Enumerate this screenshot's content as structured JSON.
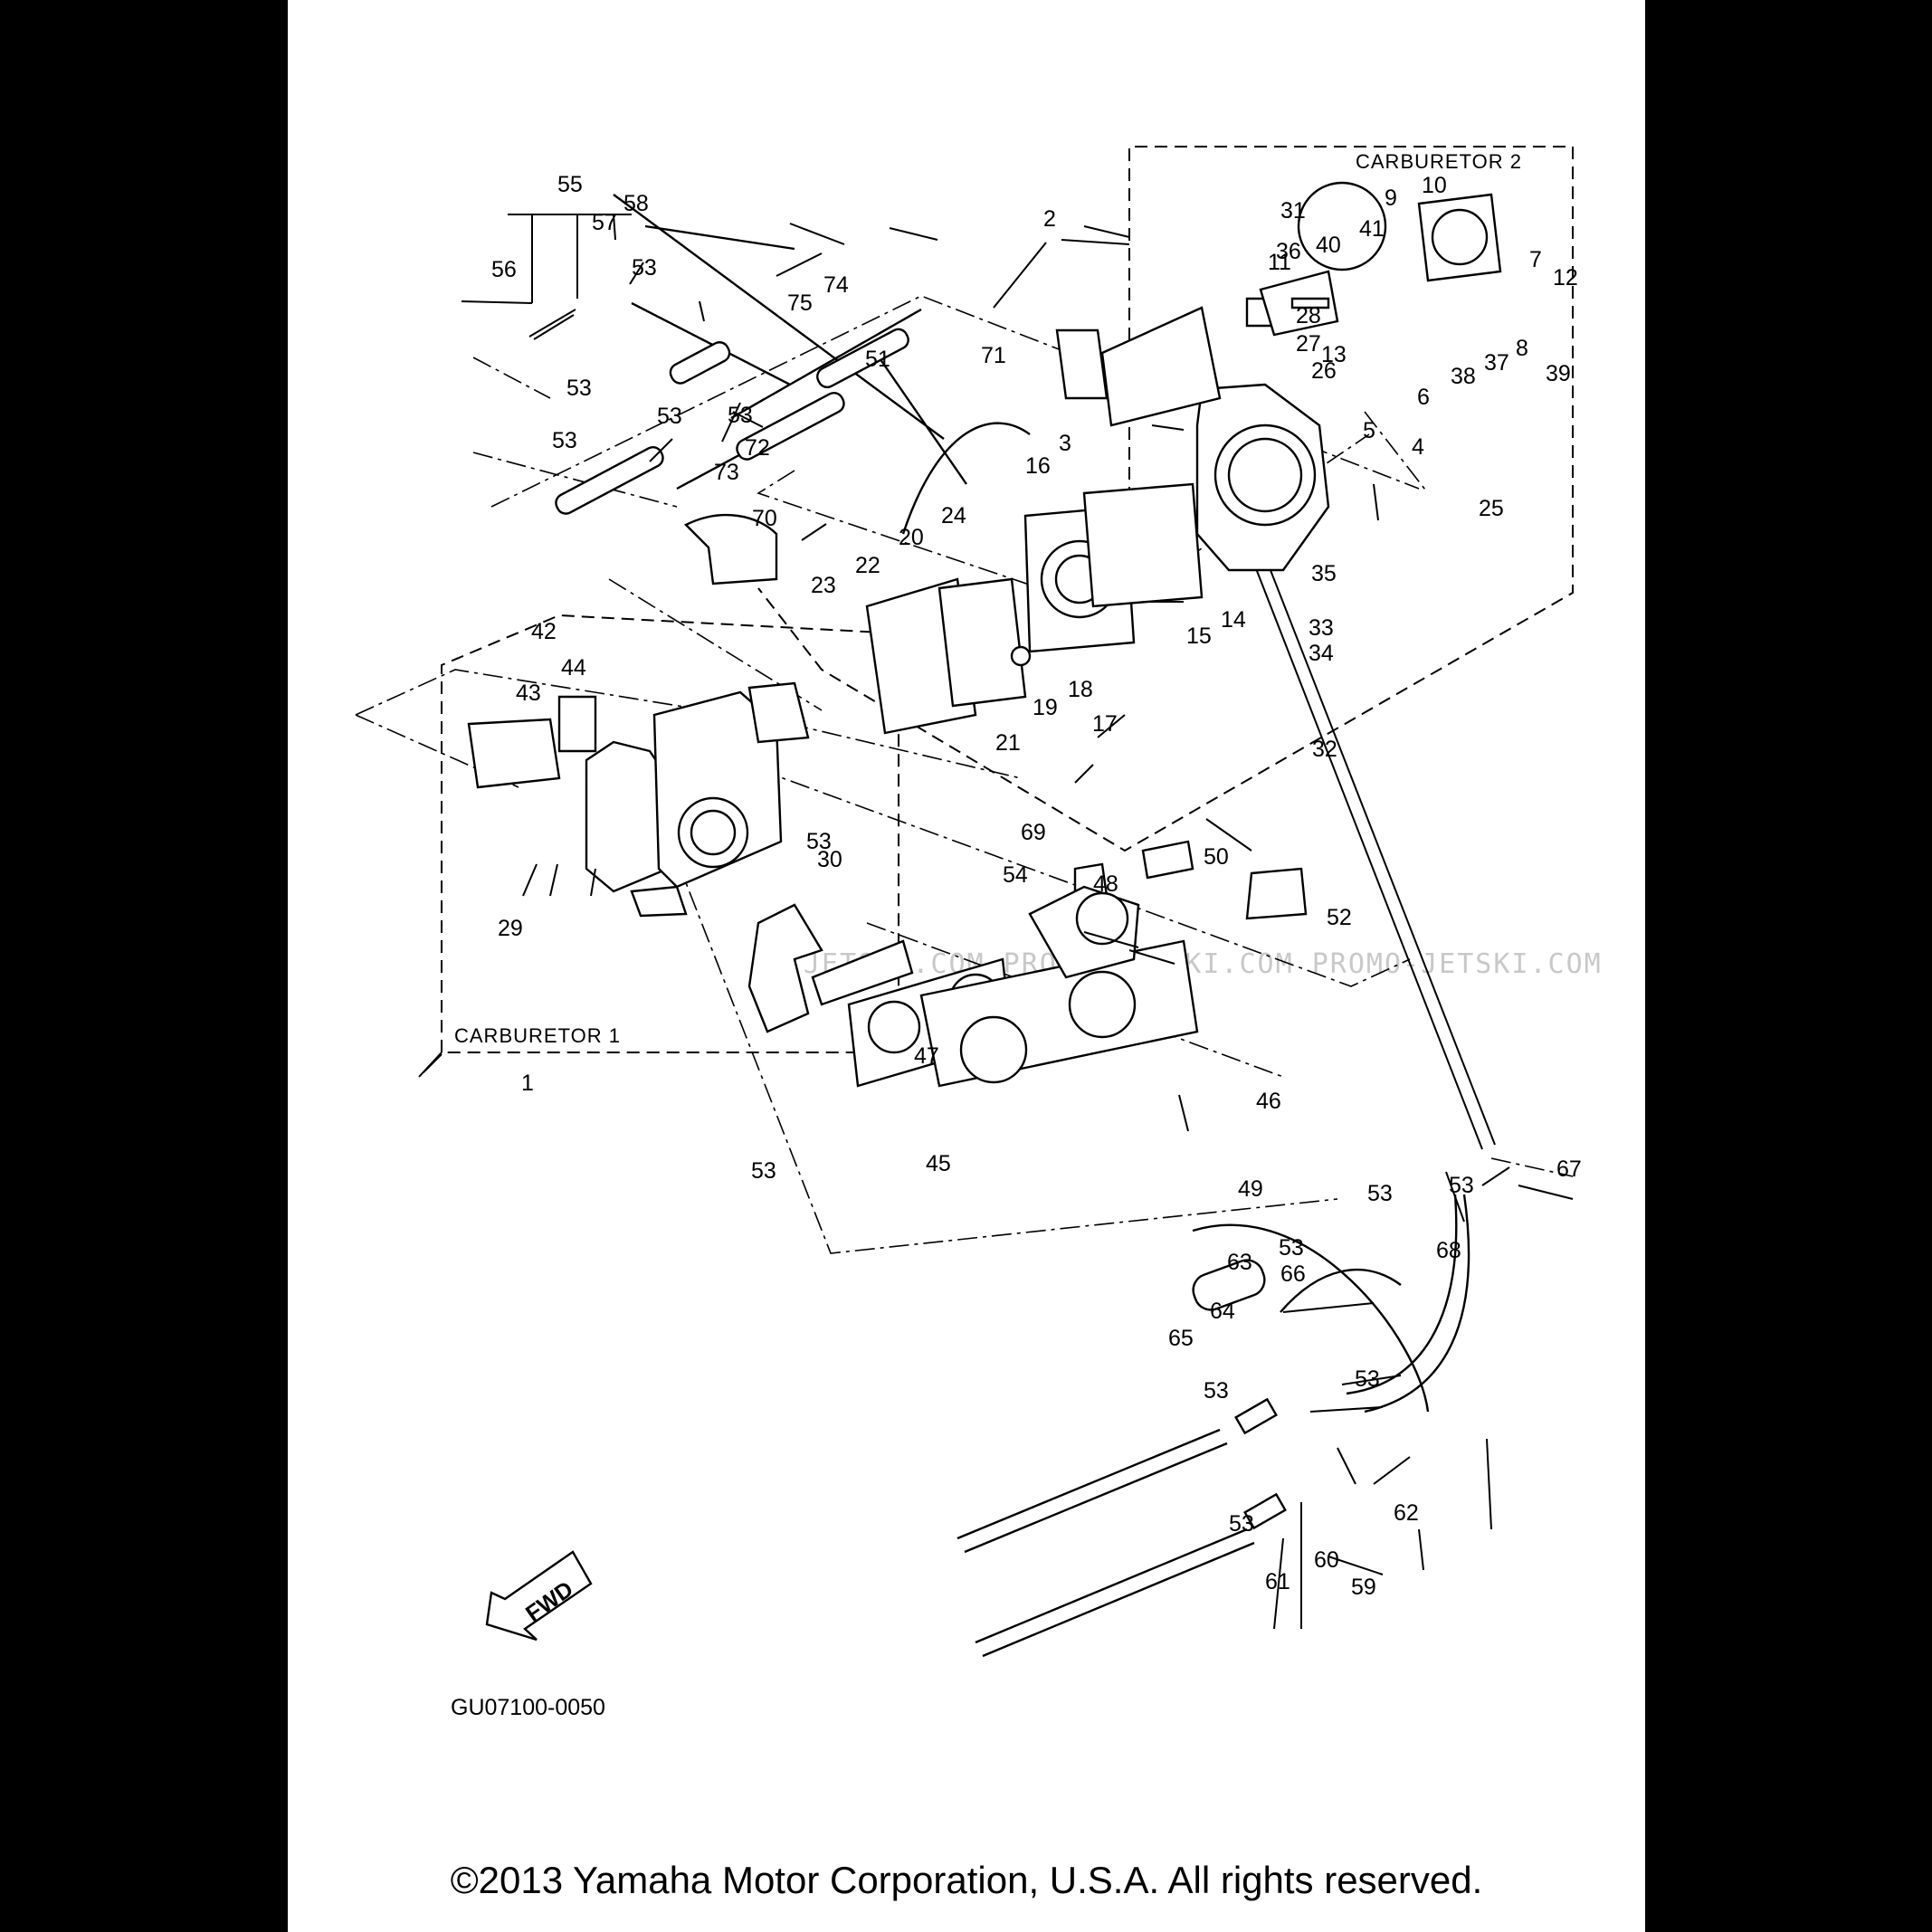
{
  "diagram": {
    "carb_box_labels": {
      "carb1": "CARBURETOR 1",
      "carb2": "CARBURETOR 2"
    },
    "fwd_label": "FWD",
    "part_code": "GU07100-0050",
    "watermark_text": "JETSKI.COM   PROMO-JETSKI.COM   PROMO-JETSKI.COM",
    "copyright": "©2013 Yamaha Motor Corporation, U.S.A. All rights reserved.",
    "callouts": [
      "1",
      "2",
      "3",
      "4",
      "5",
      "6",
      "7",
      "8",
      "9",
      "10",
      "11",
      "12",
      "13",
      "14",
      "15",
      "16",
      "17",
      "18",
      "19",
      "20",
      "21",
      "22",
      "23",
      "24",
      "25",
      "26",
      "27",
      "28",
      "29",
      "30",
      "31",
      "32",
      "33",
      "34",
      "35",
      "36",
      "37",
      "38",
      "39",
      "40",
      "41",
      "42",
      "43",
      "44",
      "45",
      "46",
      "47",
      "48",
      "49",
      "50",
      "51",
      "52",
      "53",
      "54",
      "55",
      "56",
      "57",
      "58",
      "59",
      "60",
      "61",
      "62",
      "63",
      "64",
      "65",
      "66",
      "67",
      "68",
      "69",
      "70",
      "71",
      "72",
      "73",
      "74",
      "75"
    ]
  }
}
